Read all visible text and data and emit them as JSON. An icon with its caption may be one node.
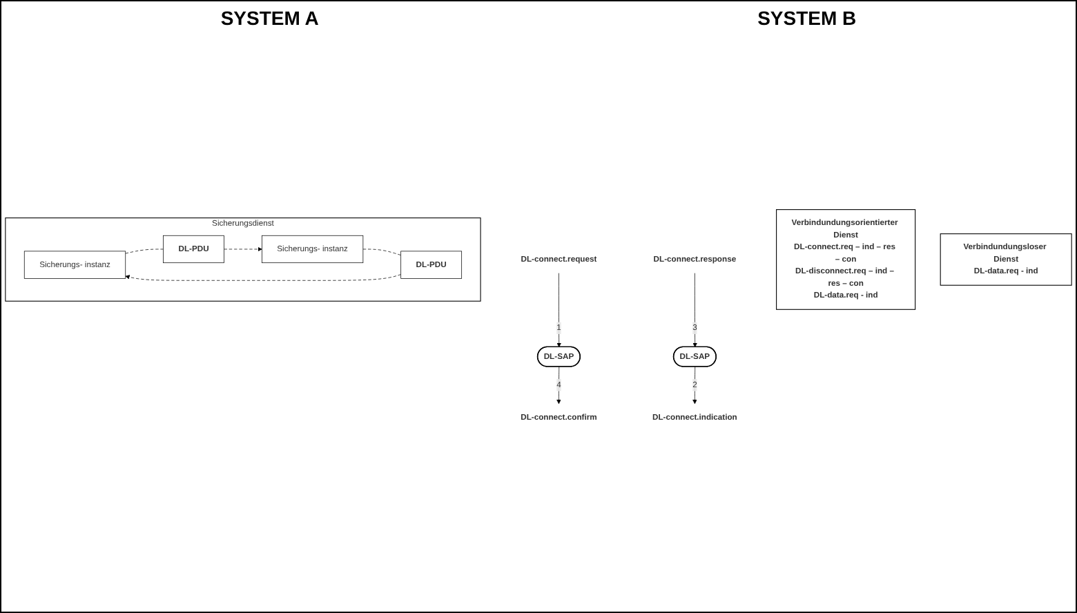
{
  "diagram": {
    "nodes": [
      {
        "text": [
          "DL-connect.request"
        ]
      },
      {
        "text": [
          "DL-connect.confirm"
        ]
      },
      {
        "text": [
          "DL-connect.response"
        ]
      },
      {
        "text": [
          "DL-connect.indication"
        ]
      },
      {
        "text": [
          "DL-SAP"
        ]
      },
      {
        "text": [
          "DL-SAP"
        ]
      },
      {
        "text": [
          "Sicherungsdienst"
        ]
      },
      {
        "text": [
          "Sicherungs- instanz"
        ],
        "in": 6
      },
      {
        "text": [
          "DL-PDU"
        ],
        "in": 6
      },
      {
        "text": [
          "DL-PDU"
        ],
        "in": 6
      },
      {
        "text": [
          "Sicherungs- instanz"
        ],
        "in": 6
      },
      {
        "text": [
          "Verbindundungsorientierter Dienst",
          "DL-connect.req – ind – res – con",
          "DL-disconnect.req – ind – res – con",
          "DL-data.req - ind"
        ]
      },
      {
        "text": [
          "Verbindundungsloser Dienst",
          "DL-data.req - ind"
        ]
      }
    ],
    "edges": [
      {
        "from": 0,
        "to": 4,
        "arrow": "to",
        "label": "1"
      },
      {
        "from": 4,
        "to": 1,
        "arrow": "to",
        "label": "4"
      },
      {
        "from": 2,
        "to": 5,
        "arrow": "to",
        "label": "3"
      },
      {
        "from": 5,
        "to": 3,
        "arrow": "to",
        "label": "2"
      },
      {
        "from": 7,
        "to": 8,
        "arrow": "none",
        "style": "dashed"
      },
      {
        "from": 8,
        "to": 10,
        "arrow": "to",
        "style": "dashed"
      },
      {
        "from": 10,
        "to": 9,
        "arrow": "none",
        "style": "dashed"
      },
      {
        "from": 9,
        "to": 7,
        "arrow": "to",
        "style": "dashed"
      }
    ],
    "labels": [
      "SYSTEM A",
      "SYSTEM B"
    ]
  }
}
